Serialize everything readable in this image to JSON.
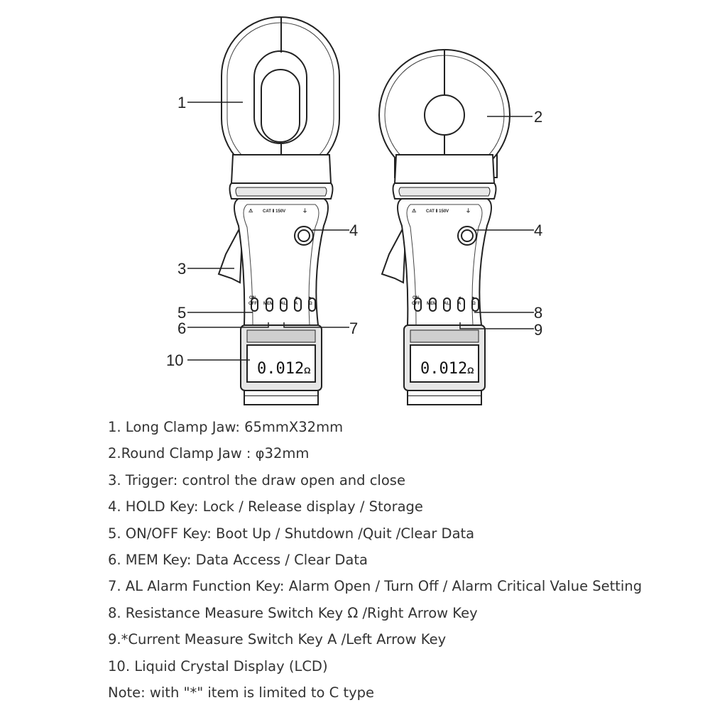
{
  "callouts": {
    "c1": "1",
    "c2": "2",
    "c3": "3",
    "c4a": "4",
    "c4b": "4",
    "c5": "5",
    "c6": "6",
    "c7": "7",
    "c8": "8",
    "c9": "9",
    "c10": "10"
  },
  "device": {
    "rating": "CAT Ⅱ 150V",
    "buttons": {
      "onoff_top": "ON",
      "onoff_bottom": "OFF",
      "mem": "MEM",
      "al": "AL",
      "left_arrow": "◄",
      "a": "A",
      "right_arrow": "►",
      "ohm": "Ω"
    },
    "lcd_reading": "0.012",
    "lcd_unit": "Ω"
  },
  "legend": [
    "1. Long Clamp Jaw: 65mmX32mm",
    "2.Round Clamp Jaw : φ32mm",
    "3. Trigger: control the draw open and close",
    "4. HOLD Key: Lock / Release display / Storage",
    "5. ON/OFF Key: Boot Up / Shutdown /Quit /Clear Data",
    "6. MEM Key: Data Access / Clear Data",
    "7. AL Alarm Function Key: Alarm Open / Turn Off / Alarm Critical Value Setting",
    "8. Resistance Measure Switch Key Ω /Right Arrow Key",
    "9.*Current Measure Switch Key A /Left Arrow Key",
    "10. Liquid Crystal Display (LCD)",
    "Note: with \"*\" item is limited to C type"
  ]
}
